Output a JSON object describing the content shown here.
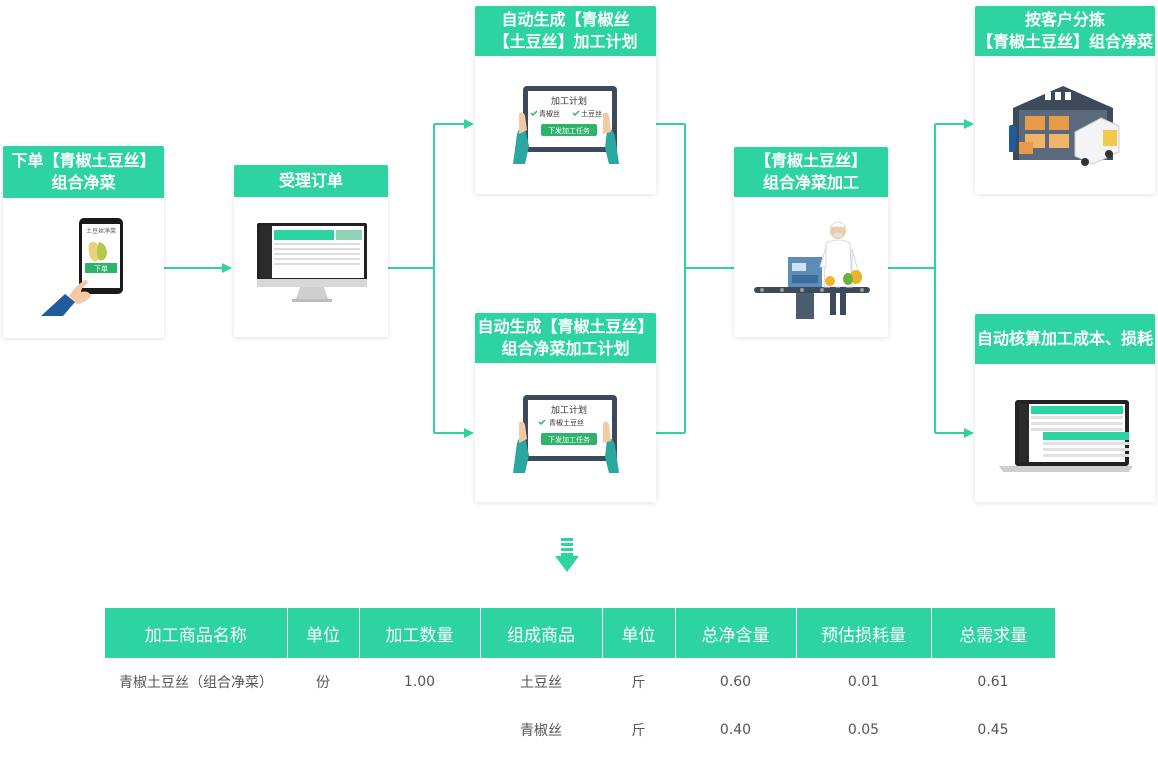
{
  "steps": {
    "order": {
      "line1": "下单【青椒土豆丝】",
      "line2": "组合净菜",
      "phone_screen_title": "土豆丝净菜",
      "phone_button": "下单"
    },
    "accept": {
      "title": "受理订单"
    },
    "plan_single": {
      "line1": "自动生成【青椒丝",
      "line2": "【土豆丝】加工计划",
      "tablet_title": "加工计划",
      "check1": "青椒丝",
      "check2": "土豆丝",
      "tablet_button": "下发加工任务"
    },
    "plan_combo": {
      "line1": "自动生成【青椒土豆丝】",
      "line2": "组合净菜加工计划",
      "tablet_title": "加工计划",
      "check1": "青椒土豆丝",
      "tablet_button": "下发加工任务"
    },
    "process": {
      "line1": "【青椒土豆丝】",
      "line2": "组合净菜加工"
    },
    "sort": {
      "line1": "按客户分拣",
      "line2": "【青椒土豆丝】组合净菜"
    },
    "cost": {
      "title": "自动核算加工成本、损耗"
    }
  },
  "table": {
    "headers": [
      "加工商品名称",
      "单位",
      "加工数量",
      "组成商品",
      "单位",
      "总净含量",
      "预估损耗量",
      "总需求量"
    ],
    "rows": [
      [
        "青椒土豆丝（组合净菜）",
        "份",
        "1.00",
        "土豆丝",
        "斤",
        "0.60",
        "0.01",
        "0.61"
      ],
      [
        "",
        "",
        "",
        "青椒丝",
        "斤",
        "0.40",
        "0.05",
        "0.45"
      ]
    ]
  },
  "colors": {
    "accent": "#2dd3a0",
    "line": "#2dd3a0",
    "dark_blue": "#1e5c9c"
  }
}
